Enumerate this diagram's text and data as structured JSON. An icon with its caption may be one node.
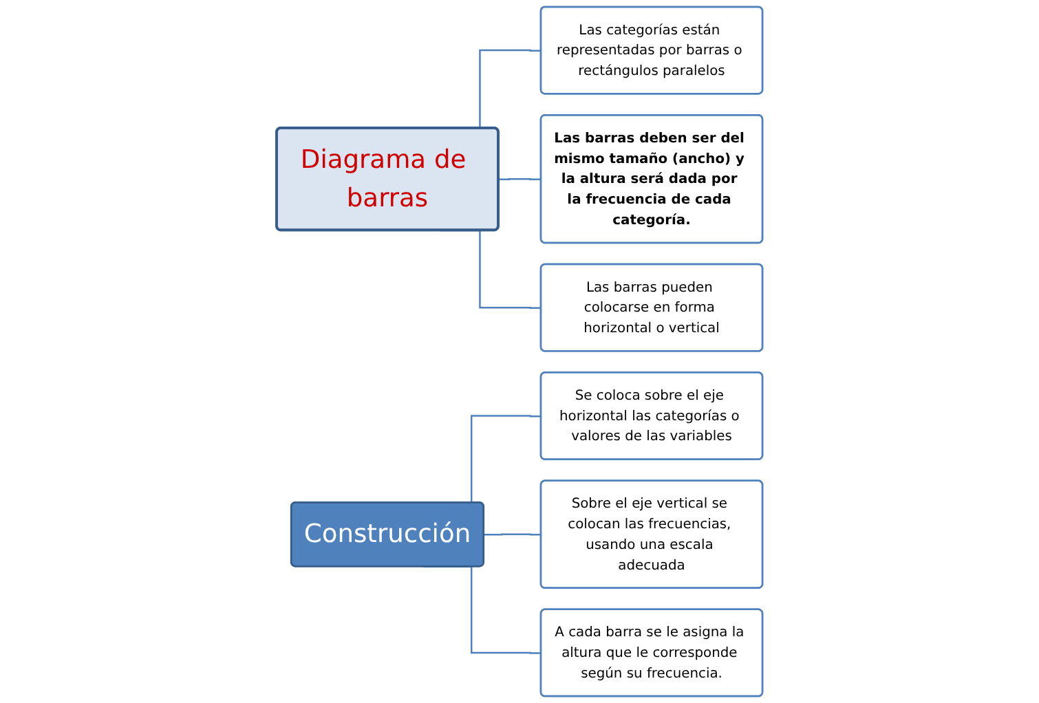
{
  "diagram": {
    "nodes": [
      {
        "text": [
          "Diagrama de barras"
        ]
      },
      {
        "text": [
          "Las categorías están representadas por barras o rectángulos paralelos"
        ]
      },
      {
        "text": [
          "Las barras deben ser del mismo tamaño (ancho) y la altura será dada por la frecuencia de cada categoría."
        ]
      },
      {
        "text": [
          "Las barras pueden colocarse en forma horizontal o vertical"
        ]
      },
      {
        "text": [
          "Construcción"
        ]
      },
      {
        "text": [
          "Se coloca sobre el eje horizontal las categorías o valores de las variables"
        ]
      },
      {
        "text": [
          "Sobre el eje vertical se colocan las frecuencias, usando una escala adecuada"
        ]
      },
      {
        "text": [
          "A cada barra se le asigna la altura que le corresponde según su frecuencia."
        ]
      }
    ],
    "edges": [
      {
        "from": 0,
        "to": 1,
        "arrow": "none"
      },
      {
        "from": 0,
        "to": 2,
        "arrow": "none"
      },
      {
        "from": 0,
        "to": 3,
        "arrow": "none"
      },
      {
        "from": 4,
        "to": 5,
        "arrow": "none"
      },
      {
        "from": 4,
        "to": 6,
        "arrow": "none"
      },
      {
        "from": 4,
        "to": 7,
        "arrow": "none"
      }
    ]
  }
}
